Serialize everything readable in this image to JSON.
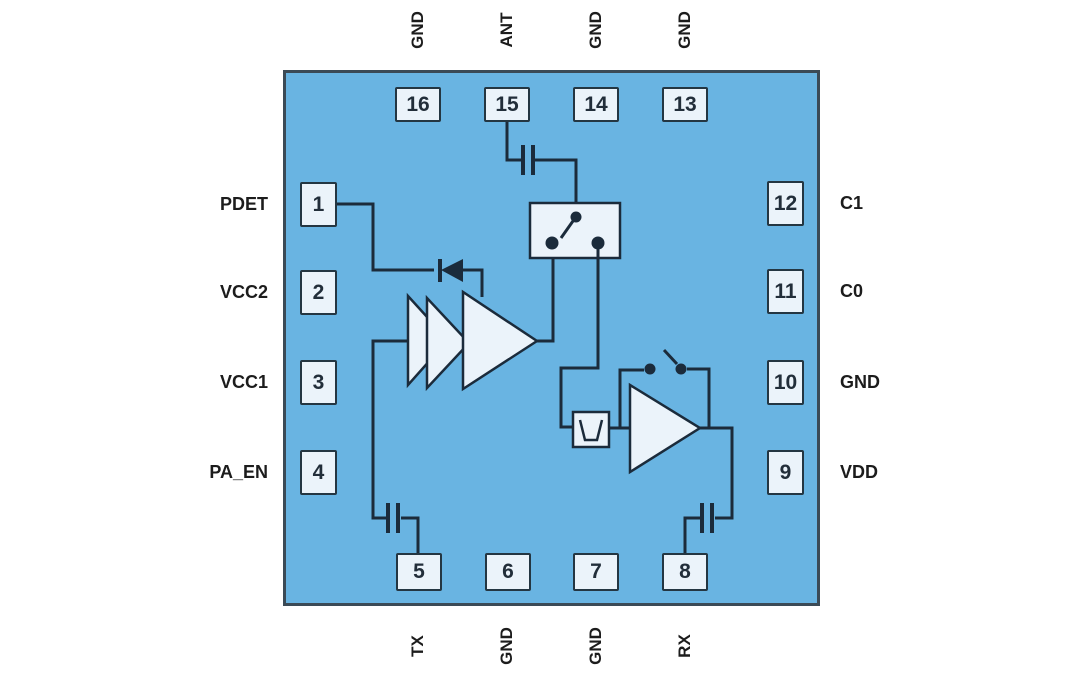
{
  "diagram": {
    "kind": "rf-front-end-module-functional-block-diagram",
    "pin_count": 16
  },
  "pins": {
    "top": [
      {
        "number": "16",
        "label": "GND"
      },
      {
        "number": "15",
        "label": "ANT"
      },
      {
        "number": "14",
        "label": "GND"
      },
      {
        "number": "13",
        "label": "GND"
      }
    ],
    "left": [
      {
        "number": "1",
        "label": "PDET"
      },
      {
        "number": "2",
        "label": "VCC2"
      },
      {
        "number": "3",
        "label": "VCC1"
      },
      {
        "number": "4",
        "label": "PA_EN"
      }
    ],
    "right": [
      {
        "number": "12",
        "label": "C1"
      },
      {
        "number": "11",
        "label": "C0"
      },
      {
        "number": "10",
        "label": "GND"
      },
      {
        "number": "9",
        "label": "VDD"
      }
    ],
    "bottom": [
      {
        "number": "5",
        "label": "TX"
      },
      {
        "number": "6",
        "label": "GND"
      },
      {
        "number": "7",
        "label": "GND"
      },
      {
        "number": "8",
        "label": "RX"
      }
    ]
  },
  "components": [
    {
      "name": "power-amplifier-3-stage"
    },
    {
      "name": "detector-diode"
    },
    {
      "name": "tr-switch"
    },
    {
      "name": "low-noise-amplifier"
    },
    {
      "name": "lna-bypass-switch"
    },
    {
      "name": "bandpass-filter"
    },
    {
      "name": "tx-dc-block-capacitor"
    },
    {
      "name": "ant-dc-block-capacitor"
    },
    {
      "name": "rx-dc-block-capacitor"
    }
  ],
  "colors": {
    "chip-fill": "#69b4e2",
    "chip-border": "#3b4a56",
    "pin-fill": "#ebf3fa",
    "pin-border": "#243642",
    "line": "#1b2b3b",
    "text": "#1c1c1c"
  }
}
